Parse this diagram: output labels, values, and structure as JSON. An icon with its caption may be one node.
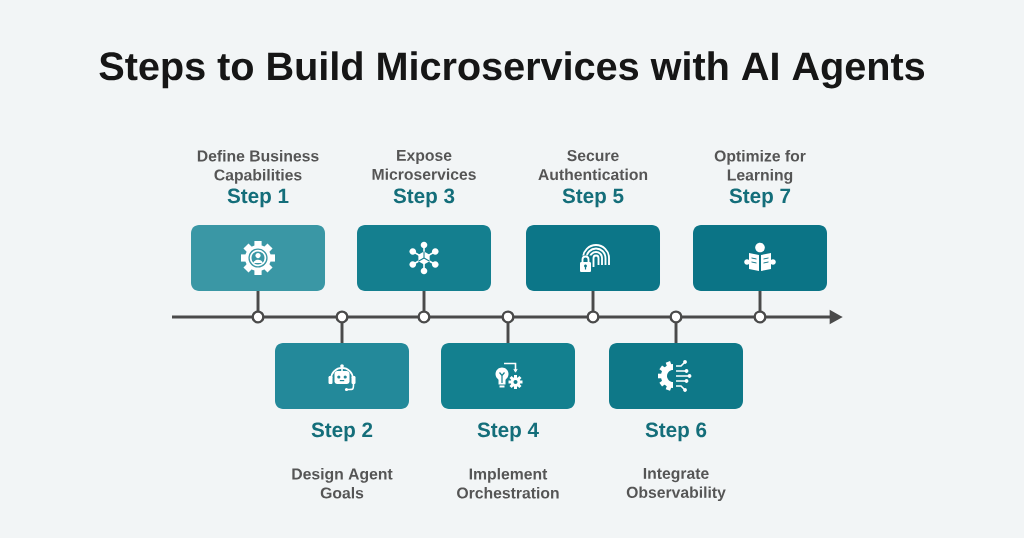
{
  "diagram": {
    "title": "Steps to Build Microservices with AI Agents",
    "nodes": [
      {
        "text": [
          "Define Business Capabilities",
          "Step 1"
        ]
      },
      {
        "text": [
          "Step 2",
          "Design Agent Goals"
        ]
      },
      {
        "text": [
          "Expose Microservices",
          "Step 3"
        ]
      },
      {
        "text": [
          "Step 4",
          "Implement Orchestration"
        ]
      },
      {
        "text": [
          "Secure Authentication",
          "Step 5"
        ]
      },
      {
        "text": [
          "Step 6",
          "Integrate Observability"
        ]
      },
      {
        "text": [
          "Optimize for Learning",
          "Step 7"
        ]
      },
      {
        "text": [],
        "shape": "circle"
      },
      {
        "text": [],
        "shape": "circle"
      },
      {
        "text": [],
        "shape": "circle"
      },
      {
        "text": [],
        "shape": "circle"
      },
      {
        "text": [],
        "shape": "circle"
      },
      {
        "text": [],
        "shape": "circle"
      },
      {
        "text": [],
        "shape": "circle"
      }
    ],
    "edges": [
      {
        "from": 0,
        "to": 7,
        "arrow": "none"
      },
      {
        "from": 1,
        "to": 8,
        "arrow": "none"
      },
      {
        "from": 2,
        "to": 9,
        "arrow": "none"
      },
      {
        "from": 3,
        "to": 10,
        "arrow": "none"
      },
      {
        "from": 4,
        "to": 11,
        "arrow": "none"
      },
      {
        "from": 5,
        "to": 12,
        "arrow": "none"
      },
      {
        "from": 6,
        "to": 13,
        "arrow": "none"
      }
    ]
  }
}
